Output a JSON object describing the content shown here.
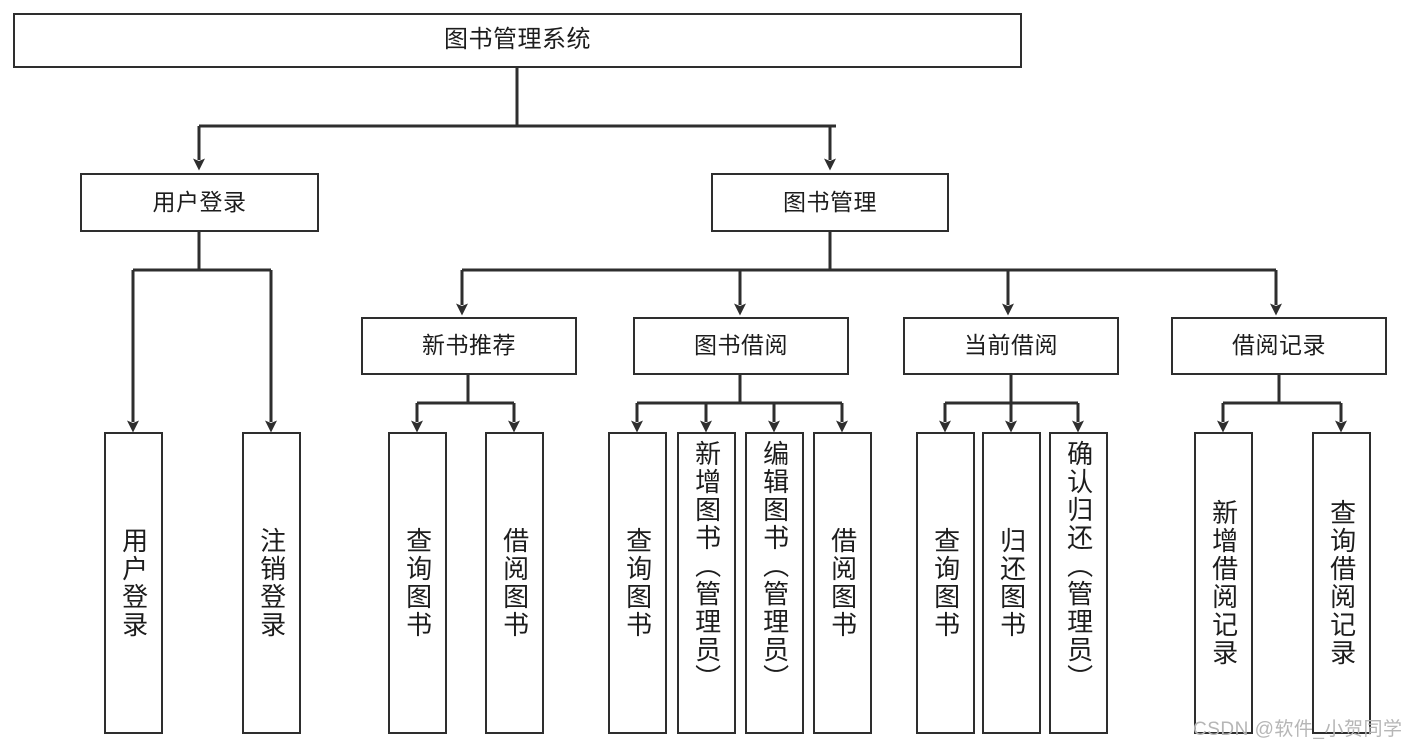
{
  "diagram": {
    "type": "hierarchy-tree",
    "title": "图书管理系统",
    "levels": 4,
    "colors": {
      "stroke": "#2e2e2e",
      "fill": "#ffffff",
      "text": "#1d1d1d",
      "watermark": "#b6b6b6"
    },
    "root": {
      "id": "root",
      "label": "图书管理系统"
    },
    "level2": [
      {
        "id": "user-login",
        "label": "用户登录"
      },
      {
        "id": "book-management",
        "label": "图书管理"
      }
    ],
    "level3": [
      {
        "id": "new-book-recommend",
        "label": "新书推荐",
        "parent": "book-management"
      },
      {
        "id": "book-borrow",
        "label": "图书借阅",
        "parent": "book-management"
      },
      {
        "id": "current-borrow",
        "label": "当前借阅",
        "parent": "book-management"
      },
      {
        "id": "borrow-record",
        "label": "借阅记录",
        "parent": "book-management"
      }
    ],
    "leaves": [
      {
        "id": "leaf-user-login",
        "label": "用户登录",
        "parent": "user-login"
      },
      {
        "id": "leaf-user-logout",
        "label": "注销登录",
        "parent": "user-login"
      },
      {
        "id": "leaf-query-book-1",
        "label": "查询图书",
        "parent": "new-book-recommend"
      },
      {
        "id": "leaf-borrow-book-1",
        "label": "借阅图书",
        "parent": "new-book-recommend"
      },
      {
        "id": "leaf-query-book-2",
        "label": "查询图书",
        "parent": "book-borrow"
      },
      {
        "id": "leaf-add-book",
        "label": "新增图书（管理员）",
        "parent": "book-borrow"
      },
      {
        "id": "leaf-edit-book",
        "label": "编辑图书（管理员）",
        "parent": "book-borrow"
      },
      {
        "id": "leaf-borrow-book-2",
        "label": "借阅图书",
        "parent": "book-borrow"
      },
      {
        "id": "leaf-query-book-3",
        "label": "查询图书",
        "parent": "current-borrow"
      },
      {
        "id": "leaf-return-book",
        "label": "归还图书",
        "parent": "current-borrow"
      },
      {
        "id": "leaf-confirm-return",
        "label": "确认归还（管理员）",
        "parent": "current-borrow"
      },
      {
        "id": "leaf-add-record",
        "label": "新增借阅记录",
        "parent": "borrow-record"
      },
      {
        "id": "leaf-query-record",
        "label": "查询借阅记录",
        "parent": "borrow-record"
      }
    ]
  },
  "watermark": {
    "text": "CSDN @软件_小贺同学"
  }
}
